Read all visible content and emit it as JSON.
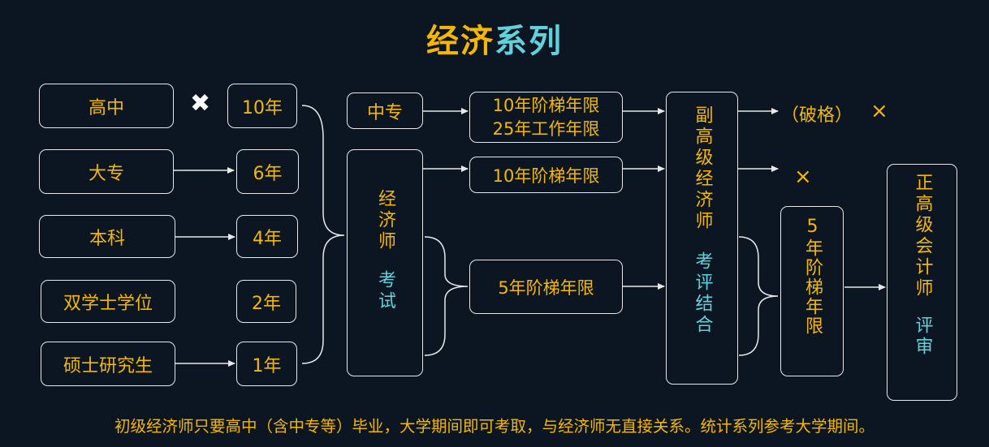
{
  "title": {
    "part1": "经济",
    "part2": "系列"
  },
  "education": [
    "高中",
    "大专",
    "本科",
    "双学士学位",
    "硕士研究生"
  ],
  "years": [
    "10年",
    "6年",
    "4年",
    "2年",
    "1年"
  ],
  "zhongzhuan": "中专",
  "exam": {
    "top": "经济师",
    "bottom": "考试"
  },
  "ladders": {
    "a_line1": "10年阶梯年限",
    "a_line2": "25年工作年限",
    "b": "10年阶梯年限",
    "c": "5年阶梯年限"
  },
  "deputy": {
    "top": "副高级经济师",
    "bottom": "考评结合"
  },
  "po_ge": "（破格）",
  "not_allowed": "×",
  "five_year": "5年阶梯年限",
  "senior": {
    "top": "正高级会计师",
    "bottom": "评审"
  },
  "footer": "初级经济师只要高中（含中专等）毕业，大学期间即可考取，与经济师无直接关系。统计系列参考大学期间。",
  "colors": {
    "accent": "#f5b800",
    "cyan": "#5fd3dc",
    "background": "#0b1622",
    "lines": "#e8e8e8"
  }
}
